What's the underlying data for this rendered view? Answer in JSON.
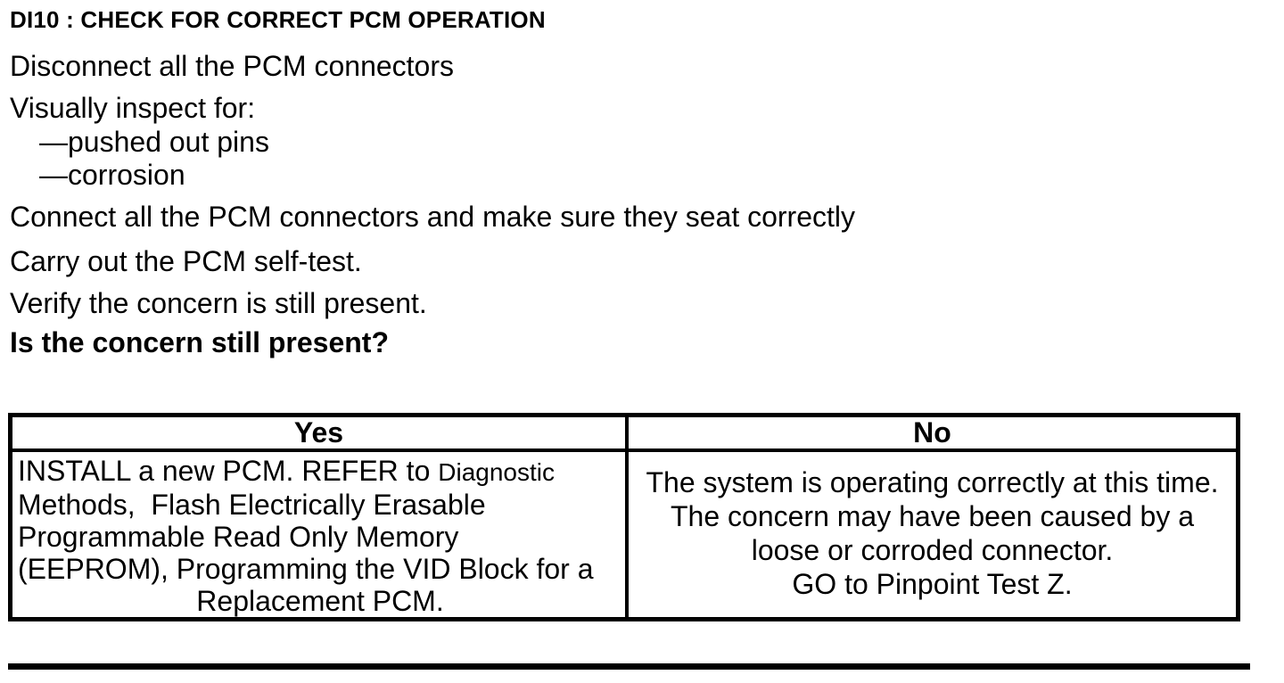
{
  "procedure": {
    "title": "DI10 : CHECK FOR CORRECT PCM OPERATION",
    "step_disconnect": "Disconnect all the PCM connectors",
    "step_inspect": "Visually inspect for:",
    "inspect_item_pins": "—pushed out pins",
    "inspect_item_corrosion": "—corrosion",
    "step_connect": "Connect all the PCM connectors and make sure they seat correctly",
    "step_self_test": "Carry out the PCM self-test.",
    "step_verify": "Verify the concern is still present.",
    "question": "Is the concern still present?"
  },
  "results_table": {
    "yes_header": "Yes",
    "no_header": "No",
    "yes_action": {
      "line1_main": "INSTALL a new PCM. REFER to ",
      "line1_ref": "Diagnostic",
      "line2": "Methods,  Flash Electrically Erasable",
      "line3": "Programmable Read Only Memory",
      "line4": "(EEPROM), Programming the VID Block for a",
      "line5": "Replacement PCM."
    },
    "no_action": {
      "line1": "The system is operating correctly at this time.",
      "line2": "The concern may have been caused by a",
      "line3": "loose or corroded connector.",
      "line4": "GO to Pinpoint Test Z."
    }
  },
  "colors": {
    "text": "#000000",
    "background": "#ffffff",
    "table_border": "#000000"
  }
}
